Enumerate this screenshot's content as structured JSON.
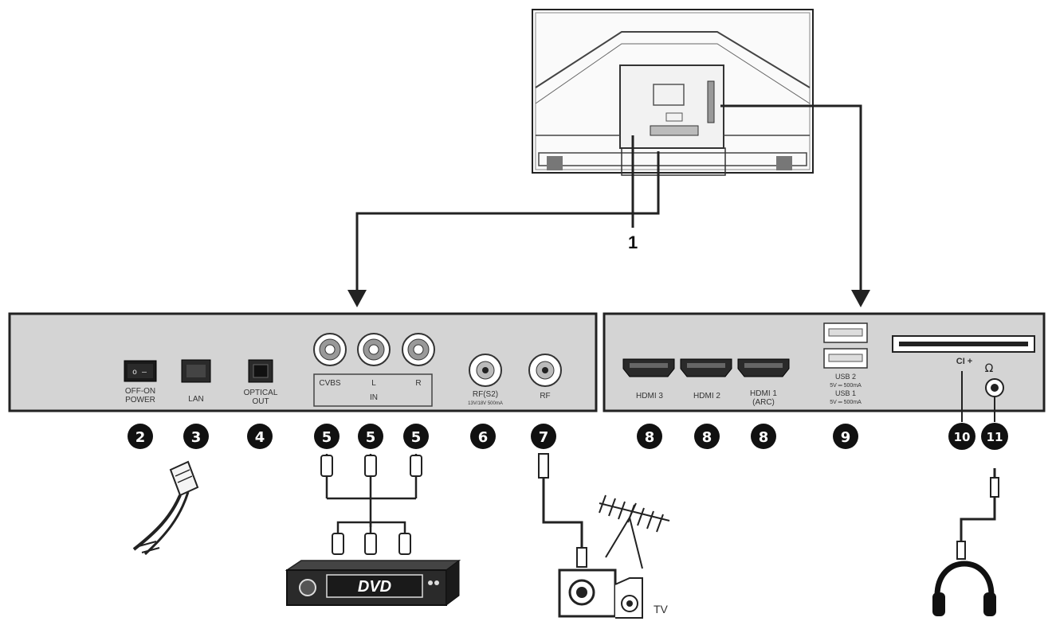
{
  "pointer_label": "1",
  "left_panel": {
    "power": {
      "line1": "OFF-ON",
      "line2": "POWER",
      "switch_glyph": "o  –"
    },
    "lan": "LAN",
    "optical": {
      "line1": "OPTICAL",
      "line2": "OUT"
    },
    "av": {
      "cvbs": "CVBS",
      "l": "L",
      "r": "R",
      "group": "IN"
    },
    "rf_s2": {
      "line1": "RF(S2)",
      "line2": "13V/18V 500mA"
    },
    "rf": "RF"
  },
  "right_panel": {
    "hdmi3": "HDMI 3",
    "hdmi2": "HDMI 2",
    "hdmi1": {
      "line1": "HDMI 1",
      "line2": "(ARC)"
    },
    "usb2": {
      "line1": "USB 2",
      "line2": "5V ═ 500mA"
    },
    "usb1": {
      "line1": "USB 1",
      "line2": "5V ═ 500mA"
    },
    "ci": "CI +"
  },
  "callouts": [
    "2",
    "3",
    "4",
    "5",
    "5",
    "5",
    "6",
    "7",
    "8",
    "8",
    "8",
    "9",
    "10",
    "11"
  ],
  "devices": {
    "dvd_label": "DVD",
    "tv_label": "TV",
    "icons": [
      "lan-cable-icon",
      "rca-cable-icon",
      "dvd-player-icon",
      "antenna-icon",
      "wall-socket-icon",
      "headphones-icon"
    ]
  },
  "colors": {
    "panel": "#d4d4d4",
    "line": "#222222",
    "callout": "#111111"
  }
}
